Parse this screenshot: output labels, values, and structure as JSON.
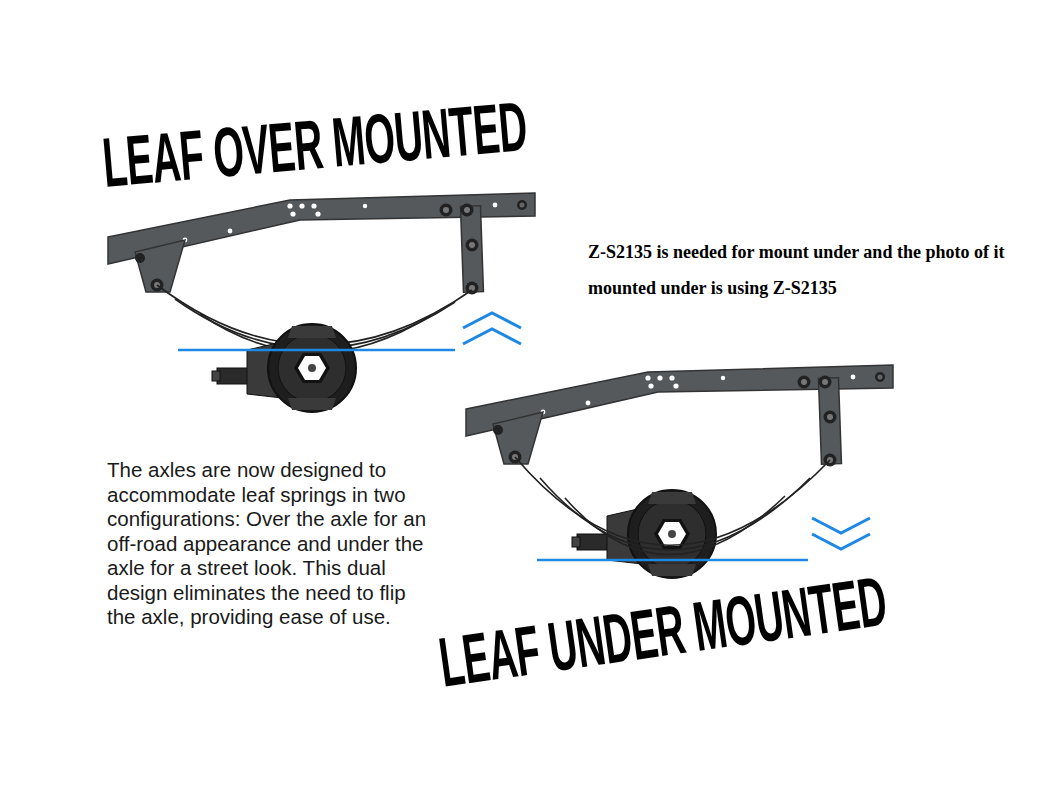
{
  "diagram": {
    "labels": [
      "LEAF OVER MOUNTED",
      "Z-S2135 is needed for mount under and the photo of it mounted under is using Z-S2135",
      "The axles are now designed to accommodate leaf springs in two configurations: Over the axle for an off-road appearance and under the axle for a street look. This dual design eliminates the need to flip the axle, providing ease of use.",
      "LEAF UNDER MOUNTED"
    ]
  }
}
